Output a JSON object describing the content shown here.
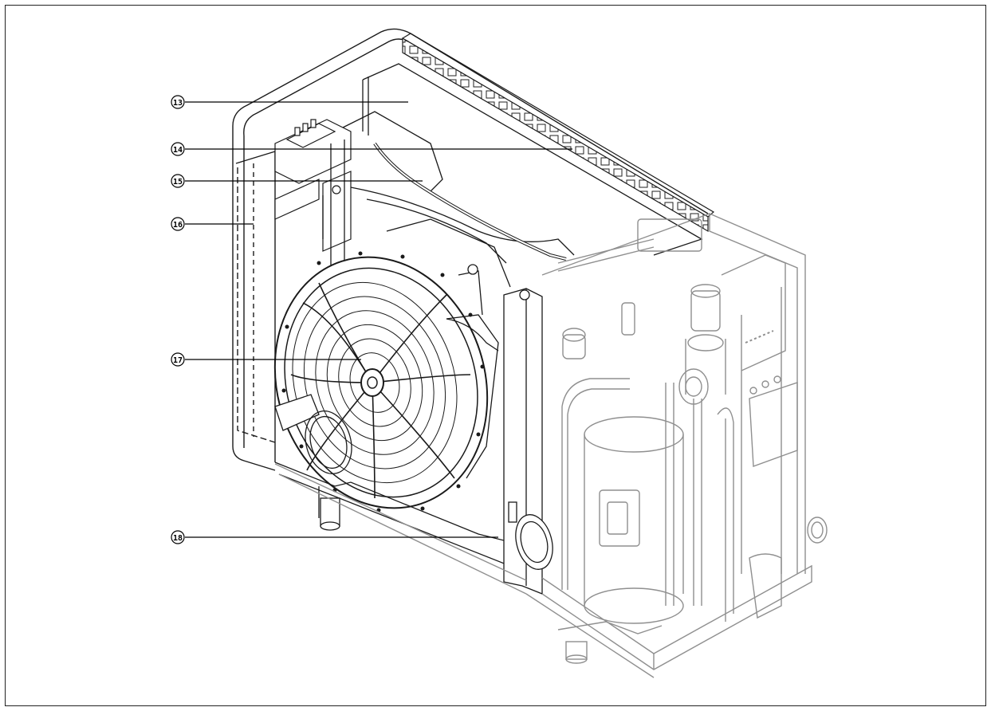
{
  "callouts": [
    {
      "id": "13",
      "label": "⑬"
    },
    {
      "id": "14",
      "label": "⑭"
    },
    {
      "id": "15",
      "label": "⑮"
    },
    {
      "id": "16",
      "label": "⑯"
    },
    {
      "id": "17",
      "label": "⑰"
    },
    {
      "id": "18",
      "label": "⑱"
    }
  ]
}
